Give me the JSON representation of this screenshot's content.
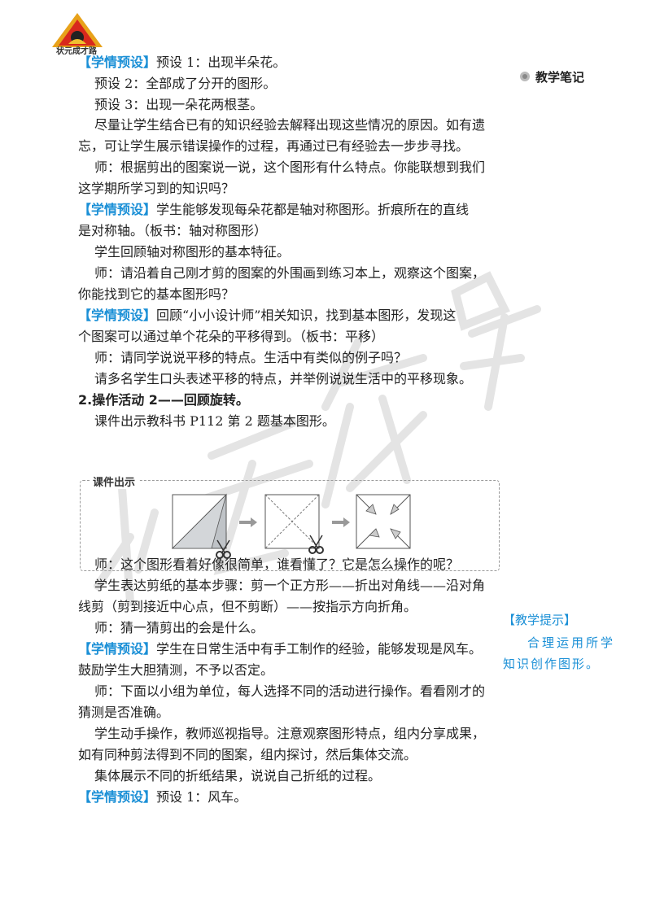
{
  "header": {
    "logo_text": "状元成才路"
  },
  "side": {
    "notes_title": "教学笔记",
    "tip_title": "【教学提示】",
    "tip_line1": "合理运用所学",
    "tip_line2": "知识创作图形。"
  },
  "figure": {
    "label": "课件出示"
  },
  "lines": [
    {
      "tag": "【学情预设】",
      "text": "预设 1：出现半朵花。"
    },
    {
      "text": "预设 2：全部成了分开的图形。"
    },
    {
      "text": "预设 3：出现一朵花两根茎。"
    },
    {
      "text": "尽量让学生结合已有的知识经验去解释出现这些情况的原因。如有遗"
    },
    {
      "text": "忘，可让学生展示错误操作的过程，再通过已有经验去一步步寻找。"
    },
    {
      "text": "师：根据剪出的图案说一说，这个图形有什么特点。你能联想到我们"
    },
    {
      "text": "这学期所学习到的知识吗？"
    },
    {
      "tag": "【学情预设】",
      "text": "学生能够发现每朵花都是轴对称图形。折痕所在的直线"
    },
    {
      "text": "是对称轴。（板书：轴对称图形）"
    },
    {
      "text": "学生回顾轴对称图形的基本特征。"
    },
    {
      "text": "师：请沿着自己刚才剪的图案的外围画到练习本上，观察这个图案，"
    },
    {
      "text": "你能找到它的基本图形吗？"
    },
    {
      "tag": "【学情预设】",
      "text": "回顾“小小设计师”相关知识，找到基本图形，发现这"
    },
    {
      "text": "个图案可以通过单个花朵的平移得到。（板书：平移）"
    },
    {
      "text": "师：请同学说说平移的特点。生活中有类似的例子吗？"
    },
    {
      "text": "请多名学生口头表述平移的特点，并举例说说生活中的平移现象。"
    },
    {
      "text": "2.操作活动 2——回顾旋转。"
    },
    {
      "text": "课件出示教科书 P112 第 2 题基本图形。"
    },
    {
      "text": "师：这个图形看着好像很简单，谁看懂了？它是怎么操作的呢？"
    },
    {
      "text": "学生表达剪纸的基本步骤：剪一个正方形——折出对角线——沿对角"
    },
    {
      "text": "线剪（剪到接近中心点，但不剪断）——按指示方向折角。"
    },
    {
      "text": "师：猜一猜剪出的会是什么。"
    },
    {
      "tag": "【学情预设】",
      "text": "学生在日常生活中有手工制作的经验，能够发现是风车。"
    },
    {
      "text": "鼓励学生大胆猜测，不予以否定。"
    },
    {
      "text": "师：下面以小组为单位，每人选择不同的活动进行操作。看看刚才的"
    },
    {
      "text": "猜测是否准确。"
    },
    {
      "text": "学生动手操作，教师巡视指导。注意观察图形特点，组内分享成果，"
    },
    {
      "text": "如有同种剪法得到不同的图案，组内探讨，然后集体交流。"
    },
    {
      "text": "集体展示不同的折纸结果，说说自己折纸的过程。"
    },
    {
      "tag": "【学情预设】",
      "text": "预设 1：风车。"
    }
  ]
}
